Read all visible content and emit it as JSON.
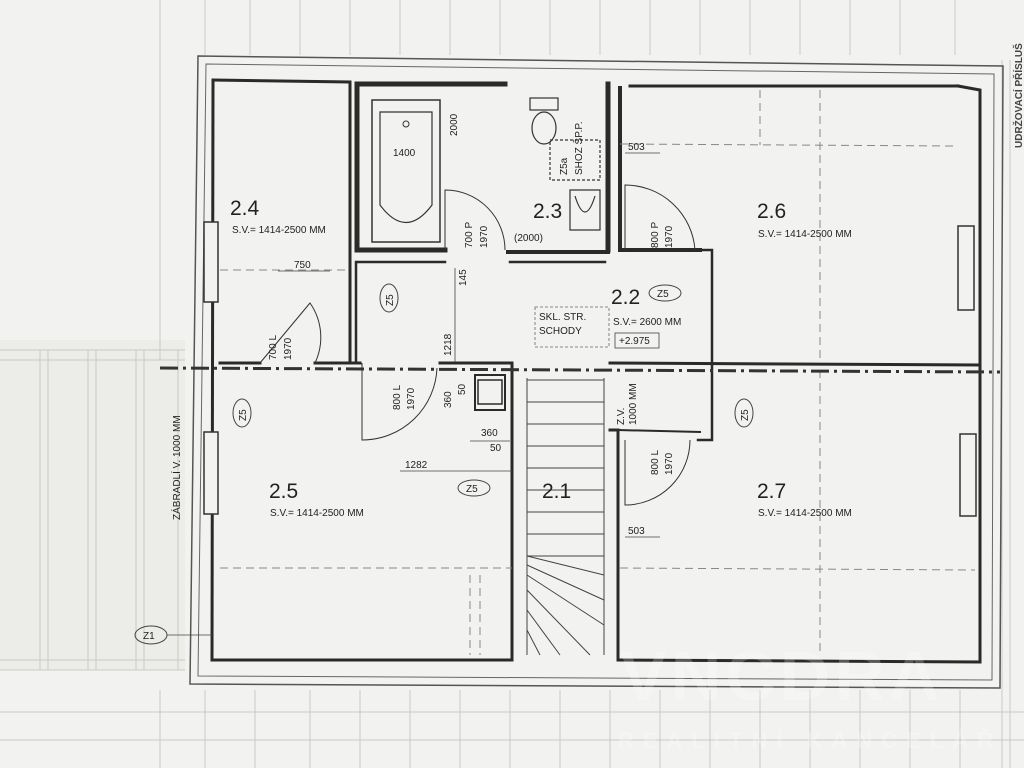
{
  "rooms": [
    {
      "id": "2.4",
      "label": "2.4",
      "sv": "S.V.= 1414-2500 MM"
    },
    {
      "id": "2.3",
      "label": "2.3"
    },
    {
      "id": "2.6",
      "label": "2.6",
      "sv": "S.V.= 1414-2500 MM"
    },
    {
      "id": "2.2",
      "label": "2.2",
      "sv": "S.V.= 2600 MM"
    },
    {
      "id": "2.5",
      "label": "2.5",
      "sv": "S.V.= 1414-2500 MM"
    },
    {
      "id": "2.1",
      "label": "2.1"
    },
    {
      "id": "2.7",
      "label": "2.7",
      "sv": "S.V.= 1414-2500 MM"
    }
  ],
  "dimensions": {
    "bath_width": "1400",
    "bath_length": "2000",
    "door_23_width": "700 P",
    "door_23_height": "1970",
    "bath_wall": "(2000)",
    "door_26_width": "800 P",
    "door_26_height": "1970",
    "dim_503_top": "503",
    "dim_750": "750",
    "door_24_width": "700 L",
    "door_24_height": "1970",
    "dim_145": "145",
    "dim_1218": "1218",
    "door_25_width": "800 L",
    "door_25_height": "1970",
    "dim_360_v": "360",
    "dim_50_v": "50",
    "dim_360_h": "360",
    "dim_50_h": "50",
    "dim_1282": "1282",
    "zv_label": "Z.V.",
    "zv_value": "1000 MM",
    "door_27_width": "800 L",
    "door_27_height": "1970",
    "dim_503_bottom": "503"
  },
  "labels": {
    "stairs_line1": "SKL. STR.",
    "stairs_line2": "SCHODY",
    "level": "+2.975",
    "shaft_tag": "Z5a",
    "shaft_label": "SHOZ ŠP.P.",
    "railing": "ZÁBRADLÍ V. 1000 MM",
    "side_note": "UDRŽOVACÍ PŘÍSLUŠ"
  },
  "tags": {
    "z5_24": "Z5",
    "z5_22": "Z5",
    "z5_25": "Z5",
    "z5_21": "Z5",
    "z5_27": "Z5",
    "z1": "Z1"
  },
  "watermark": {
    "main": "VNCDRA",
    "sub": "REALITNÍ KANCELÁŘ"
  },
  "colors": {
    "paper": "#f4f4f2",
    "background": "#dcdcda",
    "wall": "#2a2a2a",
    "line": "#555555"
  }
}
